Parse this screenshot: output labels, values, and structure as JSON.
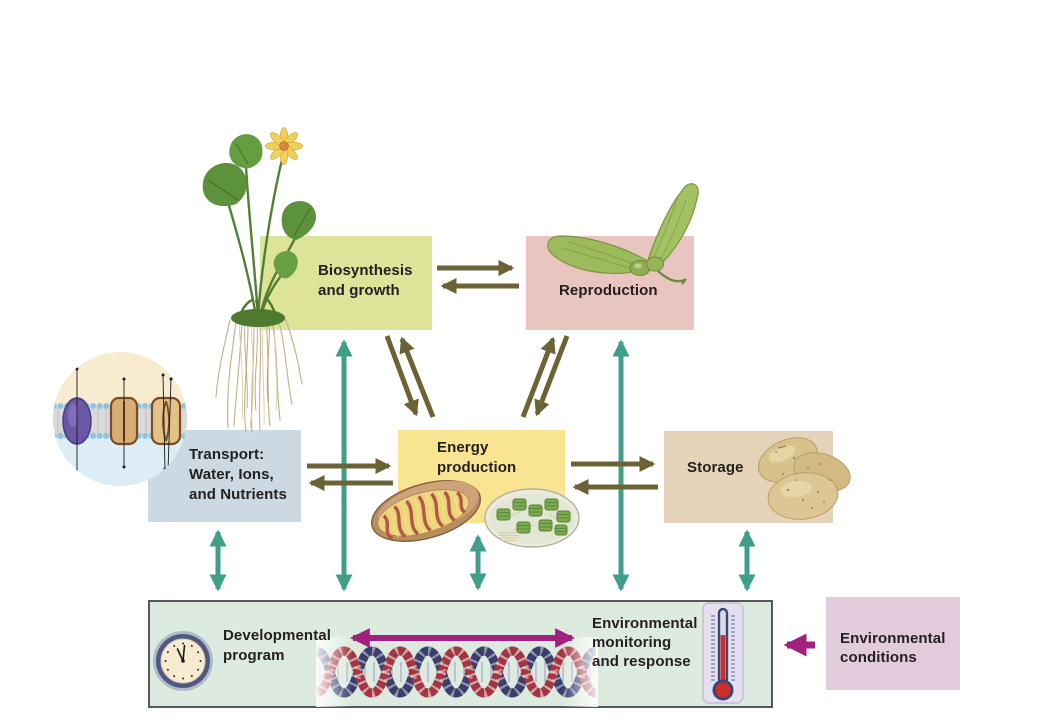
{
  "figure": {
    "background": "#ffffff",
    "boxes": {
      "biosynthesis": {
        "label": "Biosynthesis\nand growth",
        "color": "#dde49a"
      },
      "reproduction": {
        "label": "Reproduction",
        "color": "#e9c5bf"
      },
      "transport": {
        "label": "Transport:\nWater, Ions,\nand Nutrients",
        "color": "#cdd9e2"
      },
      "energy_production": {
        "label": "Energy\nproduction",
        "color": "#f9e492"
      },
      "storage": {
        "label": "Storage",
        "color": "#e5d3b9"
      },
      "regulation_panel": {
        "color": "#ddeadf",
        "border_color": "#56575b",
        "developmental_label": "Developmental\nprogram",
        "environmental_label": "Environmental\nmonitoring\nand response"
      },
      "environmental_conditions": {
        "label": "Environmental\nconditions",
        "color": "#e2cbdb"
      }
    },
    "arrow_colors": {
      "metabolic_exchange": "#6b6335",
      "regulation": "#3f9f88",
      "environment": "#a0217f"
    },
    "icons": {
      "plant": "flowering-plant-with-roots-icon",
      "samara": "maple-seed-samara-icon",
      "membrane": "cell-membrane-transport-proteins-icon",
      "mitochondrion": "mitochondrion-icon",
      "chloroplast": "chloroplast-icon",
      "potatoes": "potato-tubers-icon",
      "clock": "clock-icon",
      "dna": "dna-double-helix-icon",
      "thermometer": "thermometer-icon"
    }
  }
}
